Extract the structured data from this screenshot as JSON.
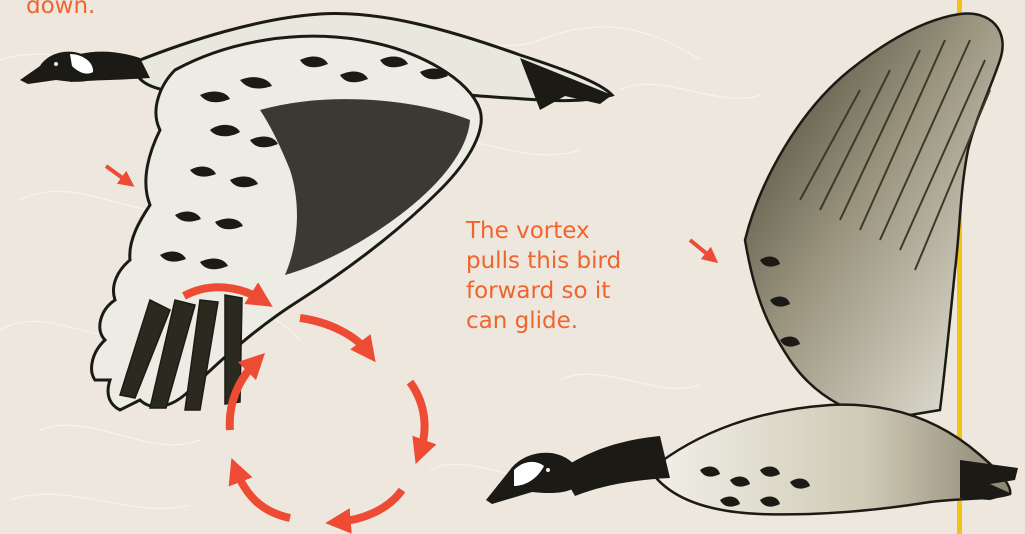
{
  "captions": {
    "top_fragment": "down.",
    "vortex_lines": [
      "The vortex",
      "pulls this bird",
      "forward so it",
      "can glide."
    ]
  },
  "colors": {
    "background": "#ede7de",
    "contour_lines": "#f6f2ec",
    "caption_text": "#f0642e",
    "arrows": "#ee4b35",
    "edge_line": "#f2c315",
    "plumage_dark": "#1b1a14",
    "plumage_light": "#eeeee6",
    "plumage_mid": "#7d7763"
  },
  "illustration": {
    "left_goose": "goose-flapping-down",
    "right_goose": "goose-gliding",
    "vortex": "circular-arrow-vortex"
  }
}
